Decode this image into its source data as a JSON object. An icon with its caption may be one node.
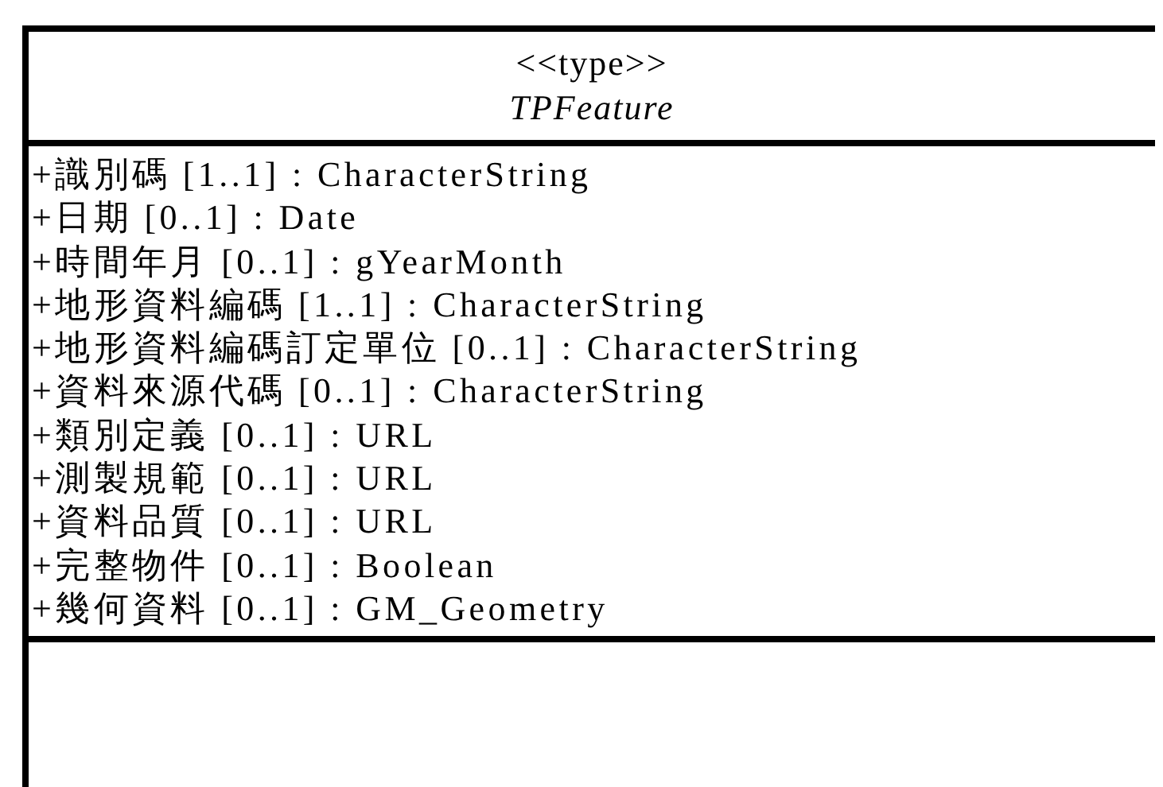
{
  "diagram": {
    "nodes": [
      {
        "text": [
          "<<type>>",
          "TPFeature",
          "+識別碼 [1..1] : CharacterString",
          "+日期 [0..1] : Date",
          "+時間年月 [0..1] : gYearMonth",
          "+地形資料編碼 [1..1] : CharacterString",
          "+地形資料編碼訂定單位 [0..1] : CharacterString",
          "+資料來源代碼 [0..1] : CharacterString",
          "+類別定義 [0..1] : URL",
          "+測製規範 [0..1] : URL",
          "+資料品質 [0..1] : URL",
          "+完整物件 [0..1] : Boolean",
          "+幾何資料 [0..1] : GM_Geometry"
        ]
      }
    ]
  }
}
